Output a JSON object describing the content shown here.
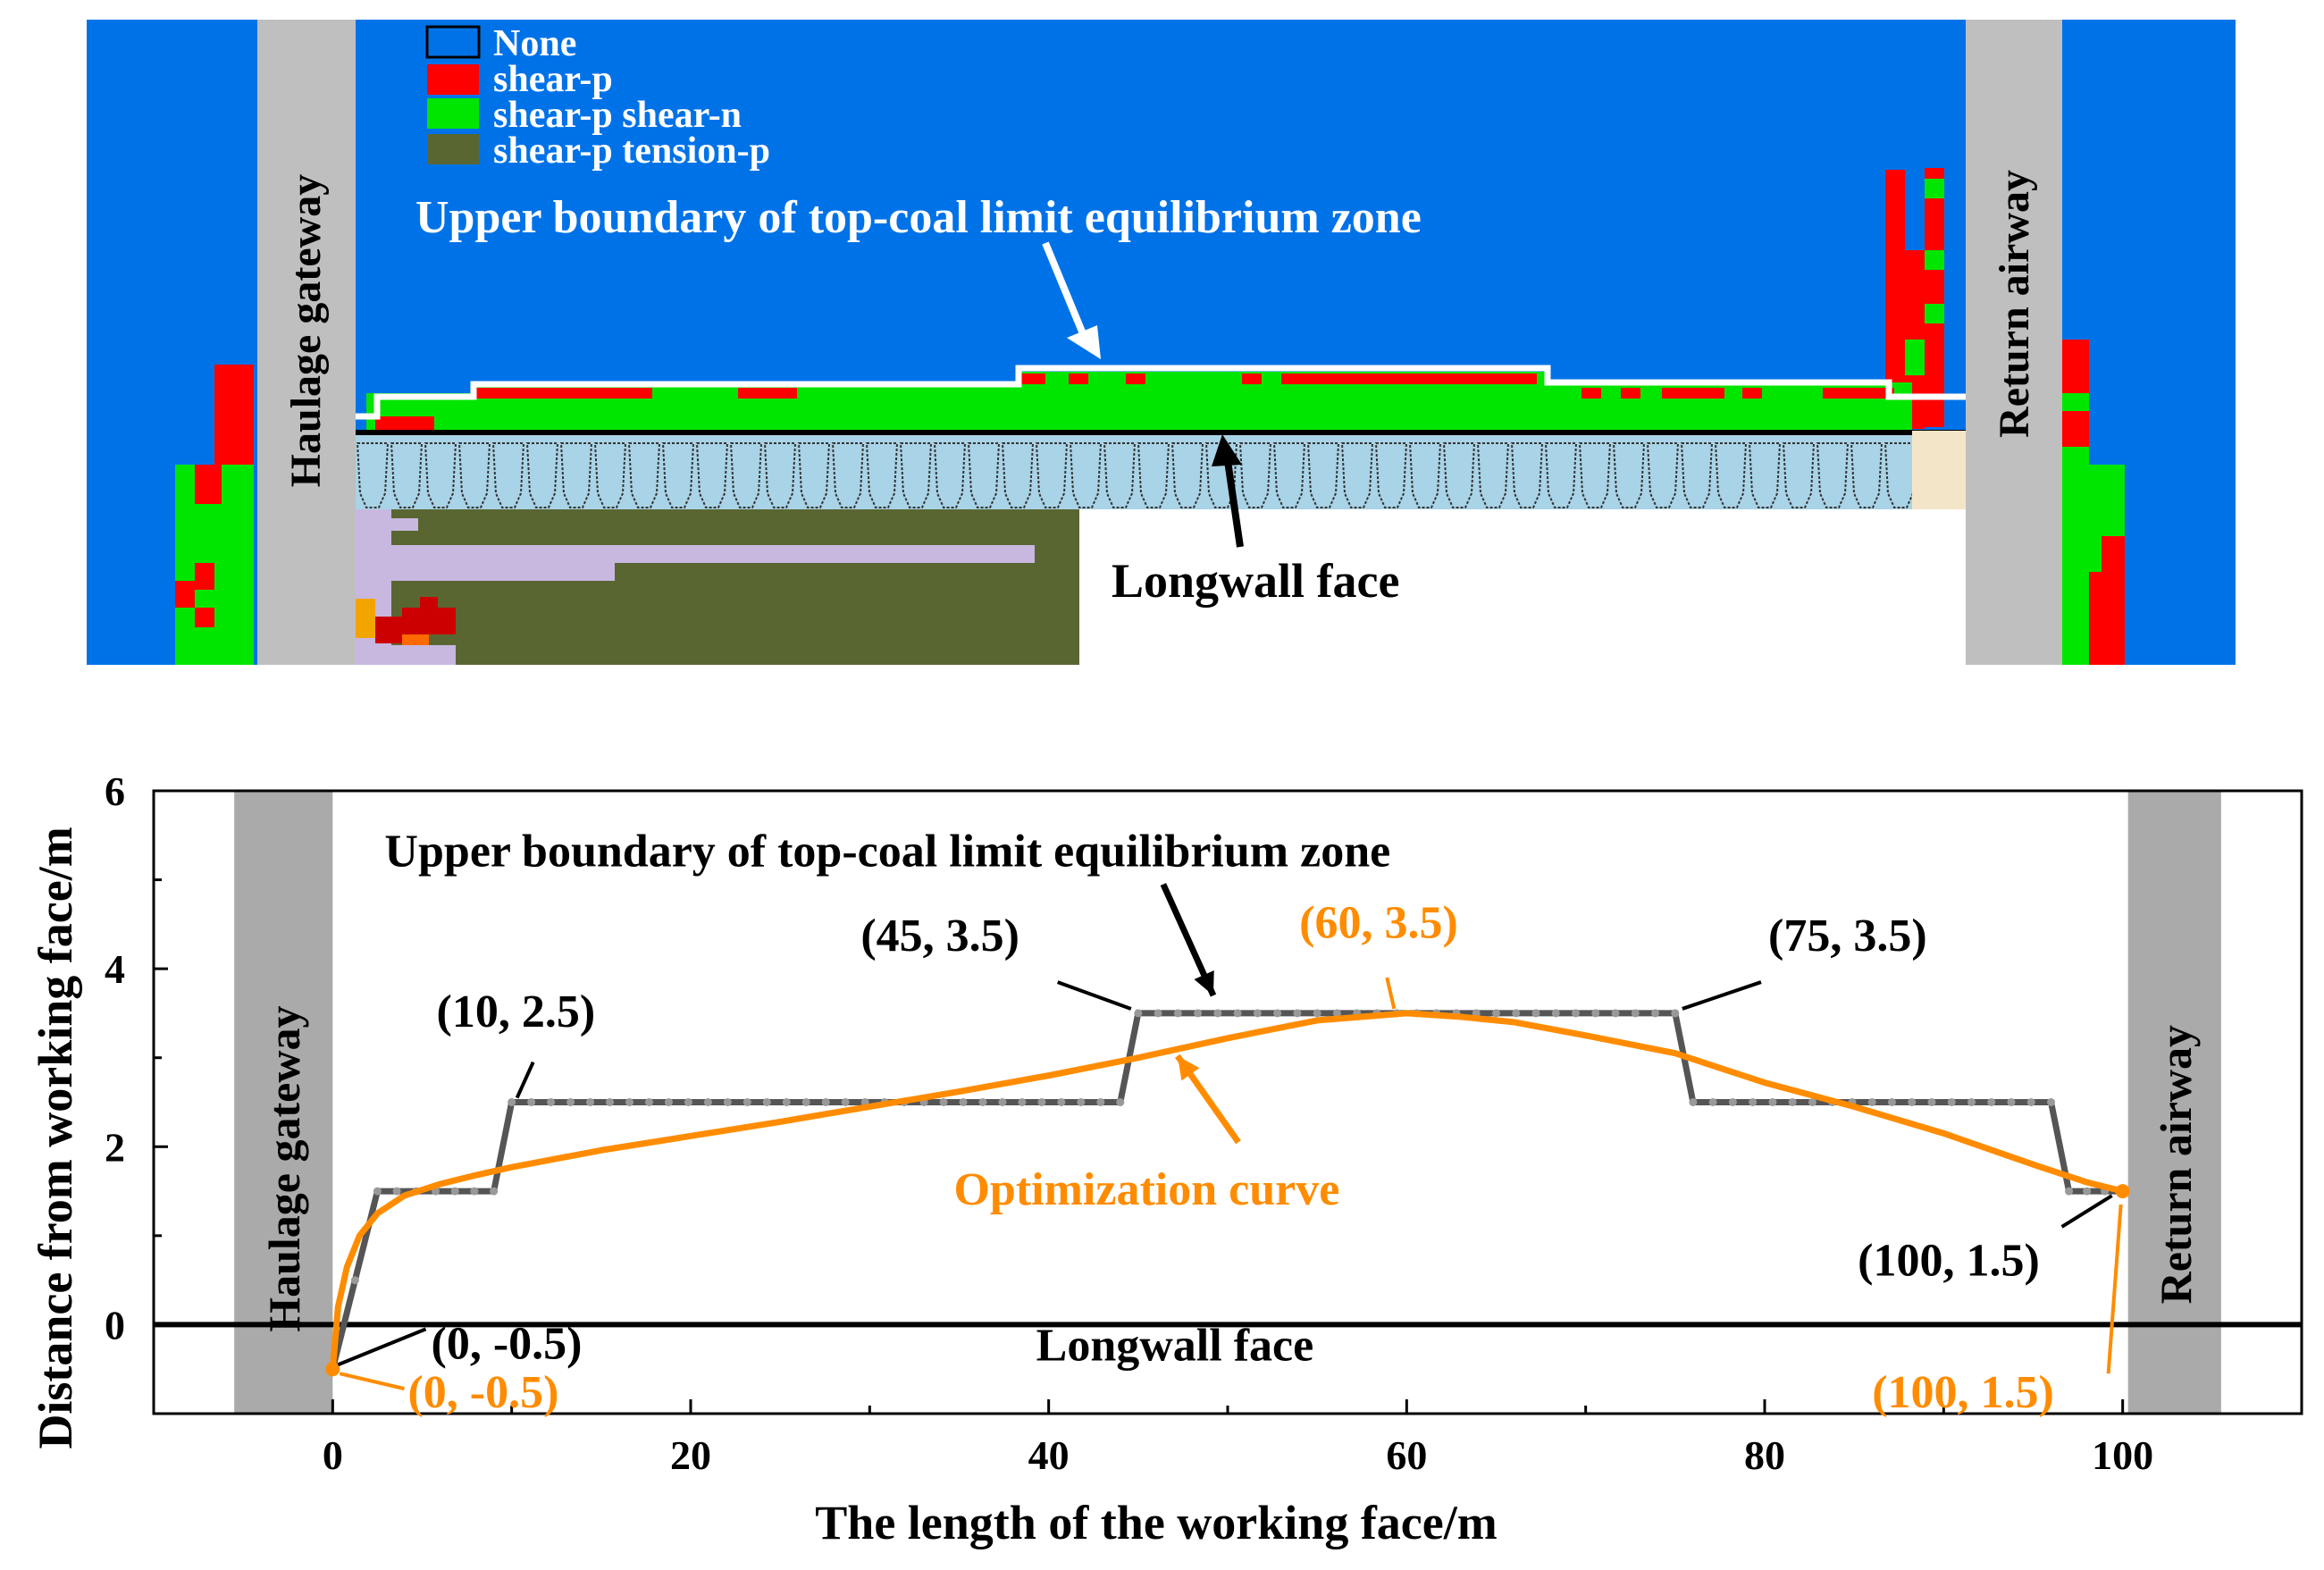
{
  "top_panel": {
    "legend": [
      {
        "label": "None",
        "color": "#0072e8"
      },
      {
        "label": "shear-p",
        "color": "#ff0000"
      },
      {
        "label": "shear-p shear-n",
        "color": "#00e600"
      },
      {
        "label": "shear-p tension-p",
        "color": "#5a6632"
      }
    ],
    "labels": {
      "haulage": "Haulage gateway",
      "return": "Return airway",
      "boundary": "Upper boundary of top-coal limit equilibrium zone",
      "longwall": "Longwall face"
    },
    "colors": {
      "background": "#0072e8",
      "shear_p": "#ff0000",
      "shear_n": "#00e600",
      "tension": "#5a6632",
      "roadway": "#bfbfbf",
      "support": "#a9d3e6",
      "goaf": "#c8b8e0",
      "boundary_line": "#ffffff"
    }
  },
  "chart_data": {
    "type": "line",
    "xlabel": "The length of the working face/m",
    "ylabel": "Distance from working face/m",
    "xlim": [
      -10,
      110
    ],
    "ylim": [
      -1,
      6
    ],
    "x_ticks": [
      0,
      20,
      40,
      60,
      80,
      100
    ],
    "y_ticks": [
      0,
      2,
      4,
      6
    ],
    "series": [
      {
        "name": "Upper boundary of top-coal limit equilibrium zone",
        "color": "#555555",
        "points": [
          [
            0,
            -0.5
          ],
          [
            2.5,
            1.5
          ],
          [
            9,
            1.5
          ],
          [
            10,
            2.5
          ],
          [
            44,
            2.5
          ],
          [
            45,
            3.5
          ],
          [
            75,
            3.5
          ],
          [
            76,
            2.5
          ],
          [
            96,
            2.5
          ],
          [
            97,
            1.5
          ],
          [
            100,
            1.5
          ]
        ]
      },
      {
        "name": "Optimization curve",
        "color": "#ff8c00",
        "points": [
          [
            0,
            -0.5
          ],
          [
            0.3,
            0.2
          ],
          [
            0.8,
            0.65
          ],
          [
            1.5,
            1.0
          ],
          [
            2.5,
            1.25
          ],
          [
            4,
            1.45
          ],
          [
            6,
            1.58
          ],
          [
            8,
            1.68
          ],
          [
            10,
            1.77
          ],
          [
            15,
            1.96
          ],
          [
            20,
            2.12
          ],
          [
            25,
            2.28
          ],
          [
            30,
            2.45
          ],
          [
            35,
            2.62
          ],
          [
            40,
            2.8
          ],
          [
            45,
            3.0
          ],
          [
            50,
            3.22
          ],
          [
            55,
            3.42
          ],
          [
            60,
            3.5
          ],
          [
            63,
            3.46
          ],
          [
            66,
            3.4
          ],
          [
            70,
            3.25
          ],
          [
            75,
            3.05
          ],
          [
            80,
            2.72
          ],
          [
            85,
            2.45
          ],
          [
            90,
            2.15
          ],
          [
            95,
            1.8
          ],
          [
            98,
            1.6
          ],
          [
            100,
            1.5
          ]
        ]
      }
    ],
    "annotations": {
      "a_0": "(0, -0.5)",
      "a_0_orange": "(0, -0.5)",
      "a_10": "(10, 2.5)",
      "a_45": "(45, 3.5)",
      "a_60": "(60, 3.5)",
      "a_75": "(75, 3.5)",
      "a_100": "(100, 1.5)",
      "a_100_orange": "(100, 1.5)",
      "boundary": "Upper boundary of top-coal limit equilibrium zone",
      "optimization": "Optimization curve",
      "longwall": "Longwall face",
      "haulage": "Haulage gateway",
      "return": "Return airway"
    }
  }
}
